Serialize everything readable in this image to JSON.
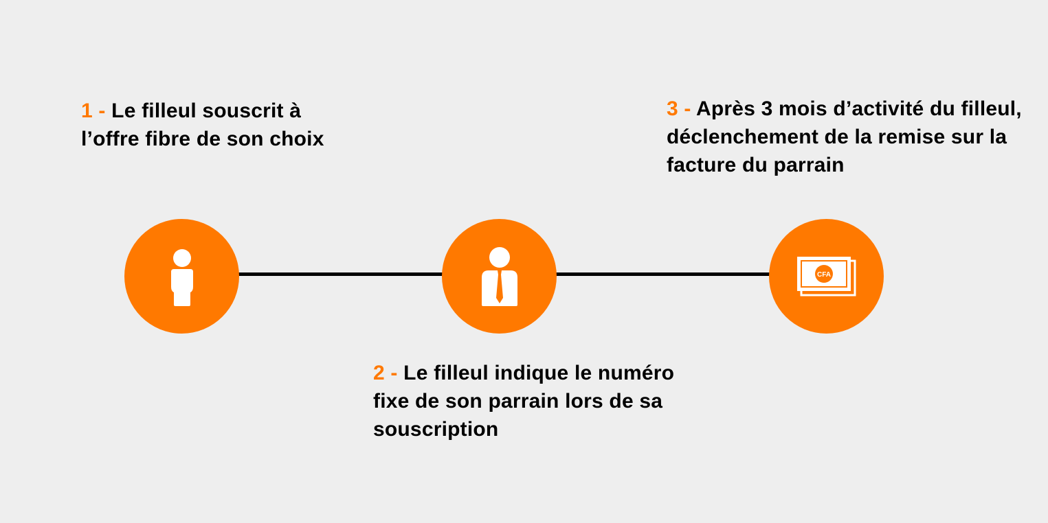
{
  "steps": [
    {
      "number": "1 -",
      "text": "Le filleul souscrit à l’offre fibre de son choix",
      "icon": "person-icon"
    },
    {
      "number": "2 -",
      "text": "Le filleul indique le numéro fixe de son parrain lors de sa souscription",
      "icon": "businessman-icon"
    },
    {
      "number": "3 -",
      "text": "Après 3 mois d’activité du filleul, déclenchement de la remise sur la facture du parrain",
      "icon": "cfa-banknote-icon",
      "icon_label": "CFA"
    }
  ],
  "colors": {
    "accent": "#ff7900",
    "background": "#eeeeee",
    "text": "#000000",
    "line": "#000000"
  }
}
